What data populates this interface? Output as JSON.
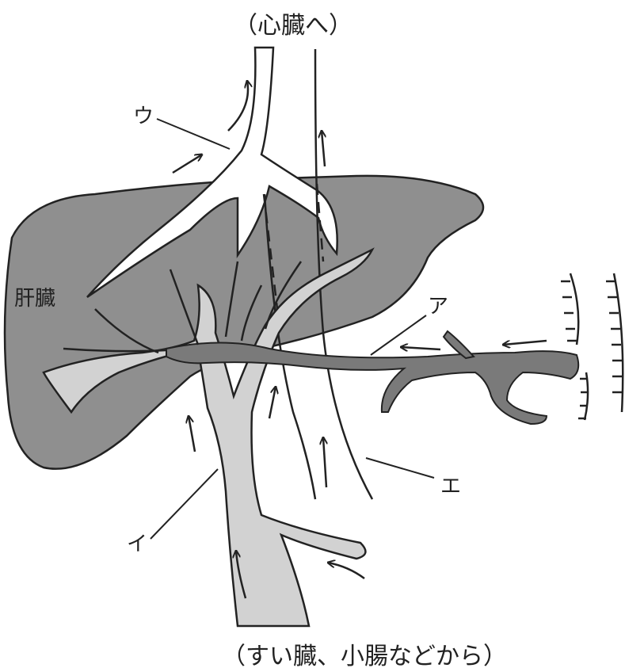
{
  "diagram": {
    "top_caption": "（心臓へ）",
    "bottom_caption": "（すい臓、小腸などから）",
    "organ_label": "肝臓",
    "labels": {
      "a": "ア",
      "i": "イ",
      "u": "ウ",
      "e": "エ"
    }
  },
  "colors": {
    "liver": "#8f8f8f",
    "portal_vein": "#d2d2d2",
    "artery": "#7a7a7a",
    "outline": "#222222",
    "background": "#ffffff"
  }
}
